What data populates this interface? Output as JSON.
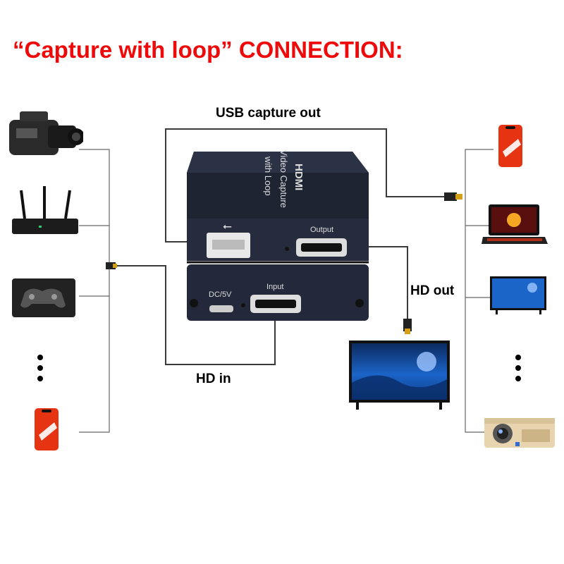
{
  "title": "“Capture with loop” CONNECTION:",
  "labels": {
    "usb_capture_out": "USB capture out",
    "hd_out": "HD out",
    "hd_in": "HD in"
  },
  "device": {
    "brand": "HDMI",
    "name_line1": "Video Capture",
    "name_line2": "with Loop",
    "output_port": "Output",
    "input_port": "Input",
    "power_port": "DC/5V"
  },
  "inputs": [
    "camcorder-icon",
    "router-icon",
    "game-console-icon",
    "more-dots",
    "smartphone-icon"
  ],
  "outputs": [
    "smartphone-icon",
    "laptop-icon",
    "monitor-icon",
    "more-dots",
    "projector-icon"
  ],
  "colors": {
    "title": "#ee0a0a",
    "device_body": "#1f2433",
    "tv_screen": "#1b64c8",
    "cable": "#3a3a3a",
    "connector_gold": "#d4a017"
  }
}
